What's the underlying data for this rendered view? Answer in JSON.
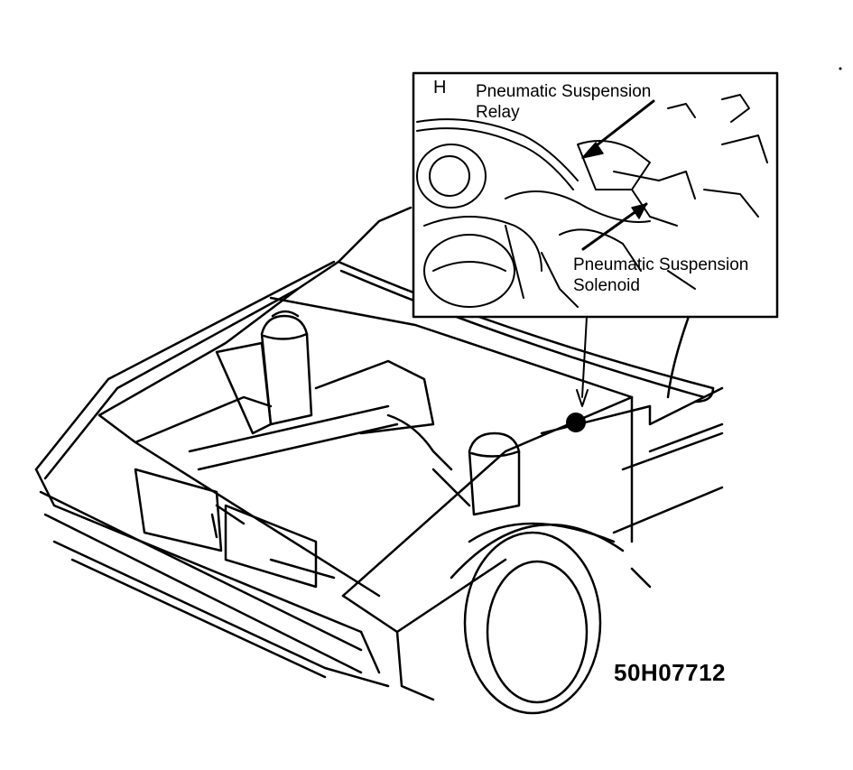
{
  "inset": {
    "letter": "H",
    "relay_label_line1": "Pneumatic Suspension",
    "relay_label_line2": "Relay",
    "solenoid_label_line1": "Pneumatic Suspension",
    "solenoid_label_line2": "Solenoid"
  },
  "figure_id": "50H07712"
}
